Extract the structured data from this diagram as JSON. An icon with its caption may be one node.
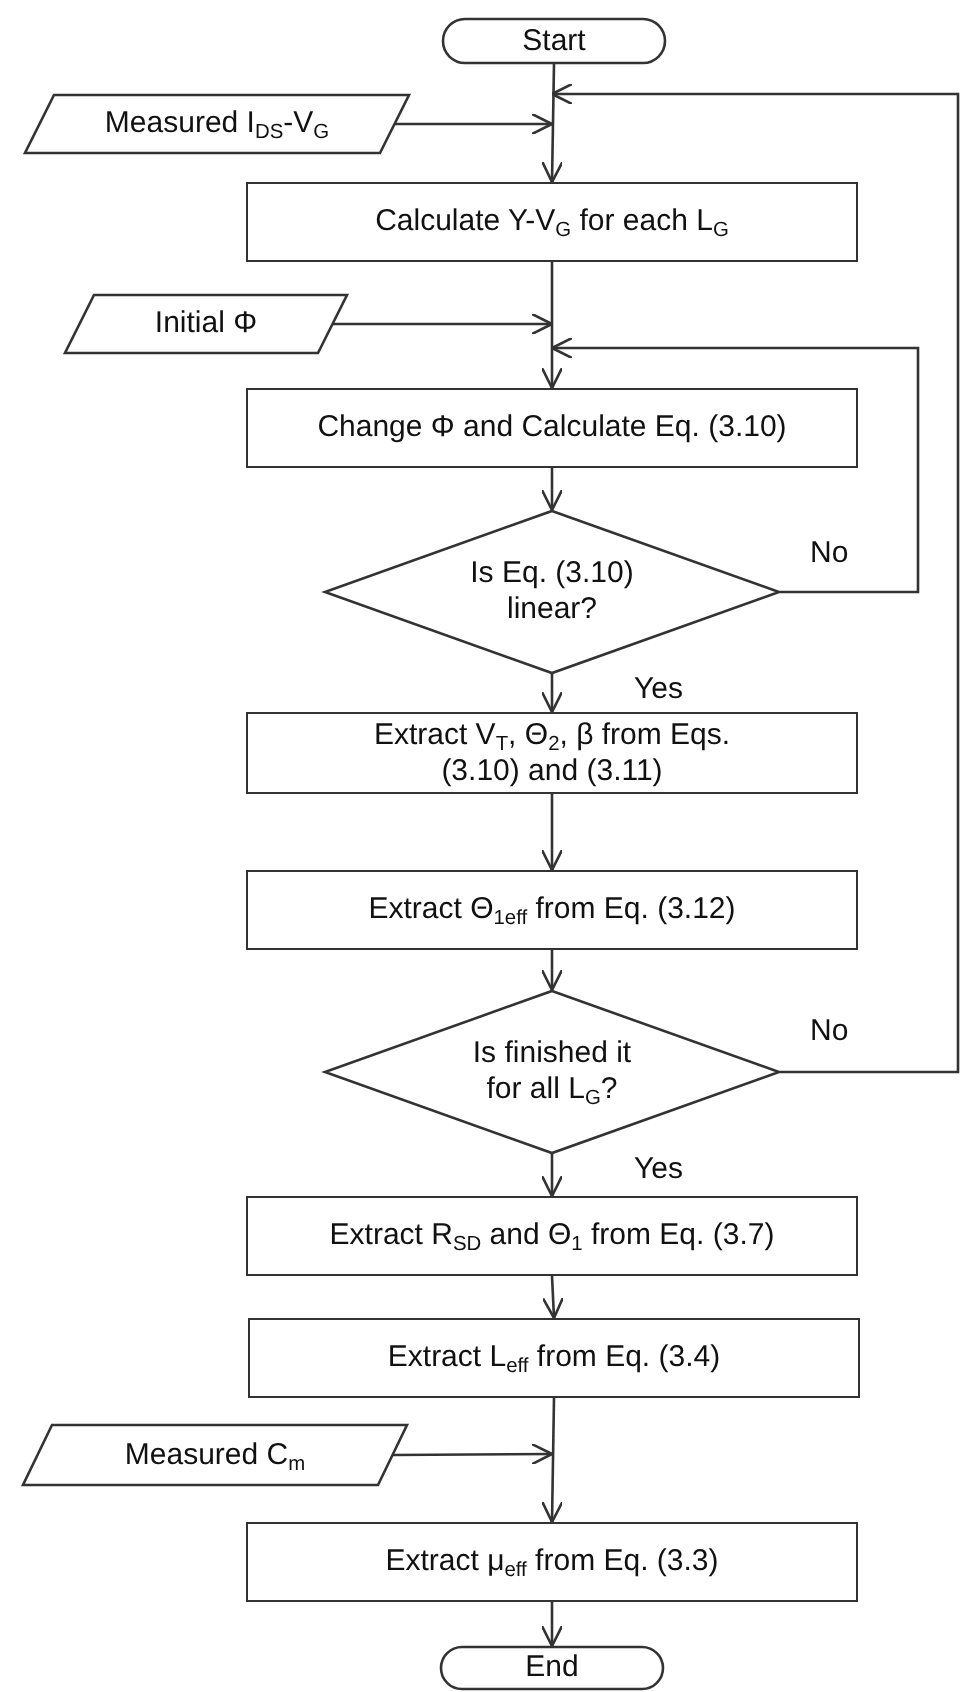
{
  "diagram": {
    "nodes": [
      {
        "text": [
          "Start"
        ]
      },
      {
        "text": [
          "Measured I$_{DS}$-V$_{G}$"
        ]
      },
      {
        "text": [
          "Calculate Y-V$_{G}$ for each L$_{G}$"
        ]
      },
      {
        "text": [
          "Initial Φ"
        ]
      },
      {
        "text": [
          "Change Φ and Calculate Eq. (3.10)"
        ]
      },
      {
        "text": [
          "Is Eq. (3.10) linear?"
        ]
      },
      {
        "text": [
          "Extract V$_{T}$, Θ$_{2}$, β from Eqs. (3.10) and (3.11)"
        ]
      },
      {
        "text": [
          "Extract Θ$_{1eff}$ from Eq. (3.12)"
        ]
      },
      {
        "text": [
          "Is finished it for all L$_{G}$?"
        ]
      },
      {
        "text": [
          "Extract R$_{SD}$ and Θ$_{1}$ from Eq. (3.7)"
        ]
      },
      {
        "text": [
          "Extract L$_{eff}$ from Eq. (3.4)"
        ]
      },
      {
        "text": [
          "Measured C$_{m}$"
        ]
      },
      {
        "text": [
          "Extract μ$_{eff}$ from Eq. (3.3)"
        ]
      },
      {
        "text": [
          "End"
        ]
      }
    ],
    "edges": [
      {
        "from": 0,
        "to": 2,
        "arrow": "to"
      },
      {
        "from": 1,
        "to": 2,
        "arrow": "to"
      },
      {
        "from": 8,
        "to": 2,
        "arrow": "to",
        "label": "No"
      },
      {
        "from": 2,
        "to": 4,
        "arrow": "to"
      },
      {
        "from": 3,
        "to": 4,
        "arrow": "to"
      },
      {
        "from": 5,
        "to": 4,
        "arrow": "to",
        "label": "No"
      },
      {
        "from": 4,
        "to": 5,
        "arrow": "to"
      },
      {
        "from": 5,
        "to": 6,
        "arrow": "to",
        "label": "Yes"
      },
      {
        "from": 6,
        "to": 7,
        "arrow": "to"
      },
      {
        "from": 7,
        "to": 8,
        "arrow": "to"
      },
      {
        "from": 8,
        "to": 9,
        "arrow": "to",
        "label": "Yes"
      },
      {
        "from": 9,
        "to": 10,
        "arrow": "to"
      },
      {
        "from": 10,
        "to": 12,
        "arrow": "to"
      },
      {
        "from": 11,
        "to": 12,
        "arrow": "to"
      },
      {
        "from": 12,
        "to": 13,
        "arrow": "to"
      }
    ]
  }
}
